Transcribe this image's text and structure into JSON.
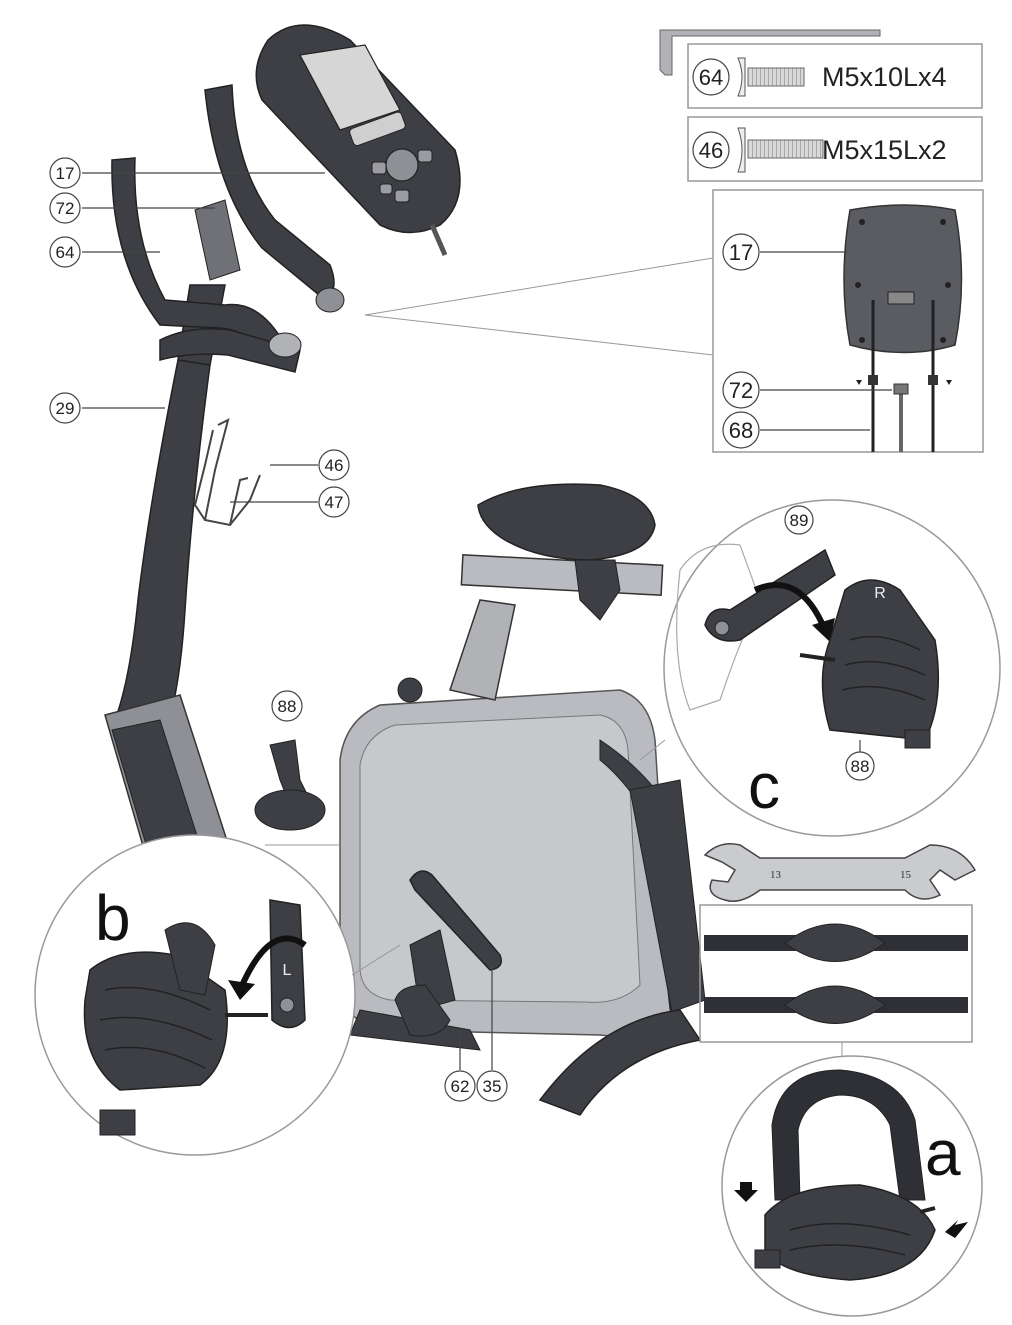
{
  "hardware": {
    "bolt_a": {
      "label": "64",
      "spec": "M5x10Lx4"
    },
    "bolt_b": {
      "label": "46",
      "spec": "M5x15Lx2"
    }
  },
  "callouts": {
    "c17": "17",
    "c72": "72",
    "c64": "64",
    "c29": "29",
    "c46": "46",
    "c47": "47",
    "c88": "88",
    "c62": "62",
    "c35": "35"
  },
  "detail_console": {
    "c17": "17",
    "c72": "72",
    "c68": "68"
  },
  "detail_c": {
    "letter": "c",
    "c89": "89",
    "c88": "88",
    "pedal_mark": "R"
  },
  "detail_b": {
    "letter": "b",
    "crank_mark": "L"
  },
  "detail_a": {
    "letter": "a"
  },
  "wrench": {
    "left_size": "13",
    "right_size": "15"
  },
  "colors": {
    "ink": "#222222",
    "dark_part": "#3d3f44",
    "mid_part": "#8e9096",
    "light_part": "#b9bbc0",
    "outline": "#888888"
  }
}
